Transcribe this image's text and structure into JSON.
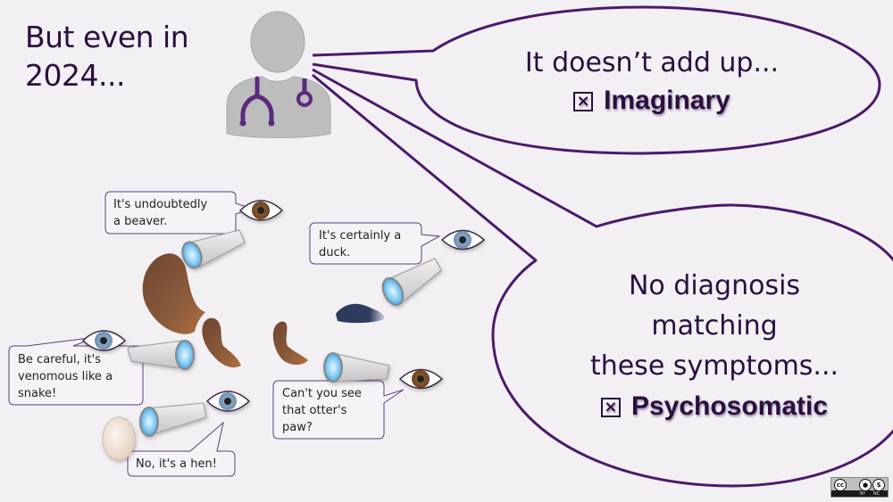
{
  "slide": {
    "title_line1": "But even in",
    "title_line2": "2024...",
    "accent_color": "#4b1a6b",
    "text_color": "#2a0f3f"
  },
  "doctor": {
    "icon": "doctor-with-stethoscope-icon"
  },
  "speech_bubbles": [
    {
      "id": "imaginary",
      "line1": "It doesn’t add up...",
      "checkbox_glyph": "×",
      "verdict": "Imaginary"
    },
    {
      "id": "psychosomatic",
      "line1": "No diagnosis",
      "line2": "matching",
      "line3": "these symptoms...",
      "checkbox_glyph": "×",
      "verdict": "Psychosomatic"
    }
  ],
  "observers": [
    {
      "text_line1": "It's undoubtedly",
      "text_line2": "a beaver.",
      "eye_color": "brown"
    },
    {
      "text_line1": "It's certainly a",
      "text_line2": "duck.",
      "eye_color": "blue"
    },
    {
      "text_line1": "Be careful, it's",
      "text_line2": "venomous like a",
      "text_line3": "snake!",
      "eye_color": "blue"
    },
    {
      "text_line1": "Can't you see",
      "text_line2": "that otter's",
      "text_line3": "paw?",
      "eye_color": "brown"
    },
    {
      "text_line1": "No, it's a hen!",
      "eye_color": "blue"
    }
  ],
  "license": {
    "badge": "cc-by-nc-icon",
    "cc": "cc",
    "by": "BY",
    "nc": "NC"
  }
}
